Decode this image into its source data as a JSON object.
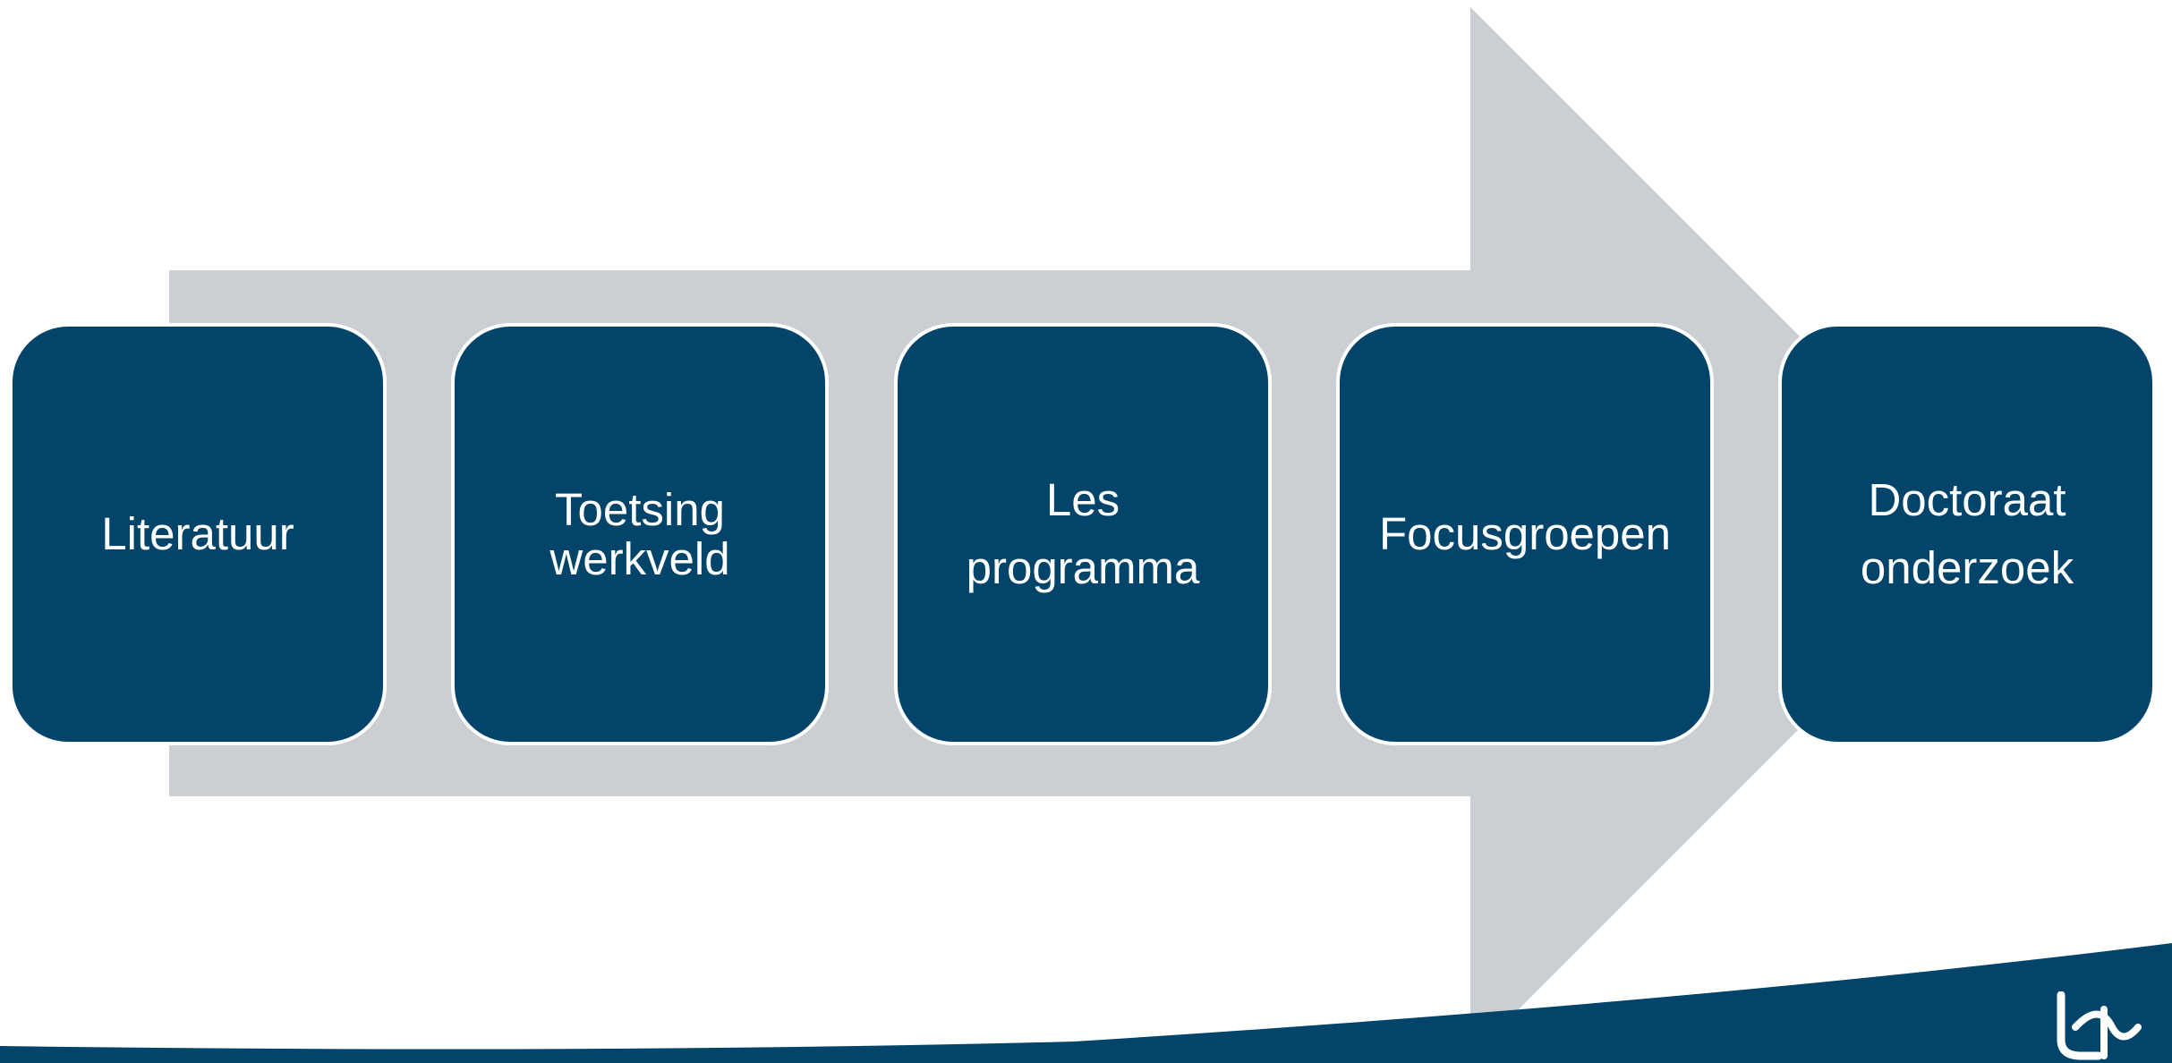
{
  "diagram": {
    "arrow_color": "#cbced3",
    "box_color": "#03456a",
    "box_text_color": "#ffffff",
    "footer_wave_color": "#03456a",
    "steps": [
      {
        "label": "Literatuur"
      },
      {
        "label": "Toetsing\nwerkveld"
      },
      {
        "label": "Les\nprogramma"
      },
      {
        "label": "Focusgroepen"
      },
      {
        "label": "Doctoraat\nonderzoek"
      }
    ]
  },
  "logo": {
    "icon": "university-logo-icon"
  }
}
